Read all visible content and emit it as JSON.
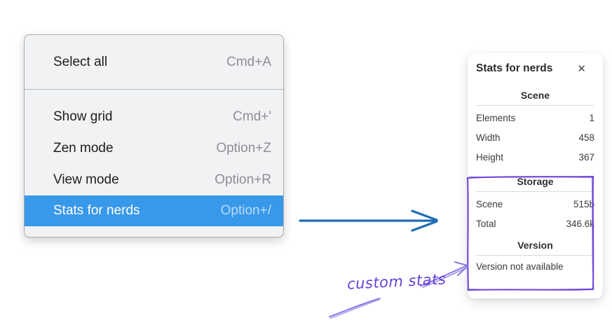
{
  "context_menu": {
    "sections": [
      {
        "items": [
          {
            "label": "Select all",
            "shortcut": "Cmd+A"
          }
        ]
      },
      {
        "items": [
          {
            "label": "Show grid",
            "shortcut": "Cmd+'"
          },
          {
            "label": "Zen mode",
            "shortcut": "Option+Z"
          },
          {
            "label": "View mode",
            "shortcut": "Option+R"
          },
          {
            "label": "Stats for nerds",
            "shortcut": "Option+/"
          }
        ]
      }
    ],
    "highlighted_item": "Stats for nerds",
    "highlight_color": "#3898ea"
  },
  "stats_panel": {
    "title": "Stats for nerds",
    "close_icon": "✕",
    "scene": {
      "heading": "Scene",
      "rows": [
        {
          "label": "Elements",
          "value": "1"
        },
        {
          "label": "Width",
          "value": "458"
        },
        {
          "label": "Height",
          "value": "367"
        }
      ]
    },
    "storage": {
      "heading": "Storage",
      "rows": [
        {
          "label": "Scene",
          "value": "515b"
        },
        {
          "label": "Total",
          "value": "346.6k"
        }
      ]
    },
    "version": {
      "heading": "Version",
      "note": "Version not available"
    }
  },
  "annotations": {
    "label": "custom stats",
    "text_color": "#6741d9",
    "box_color": "#6741d9",
    "arrow_color": "#8b78e6",
    "pointer_arrow_color": "#1e6cb5"
  }
}
